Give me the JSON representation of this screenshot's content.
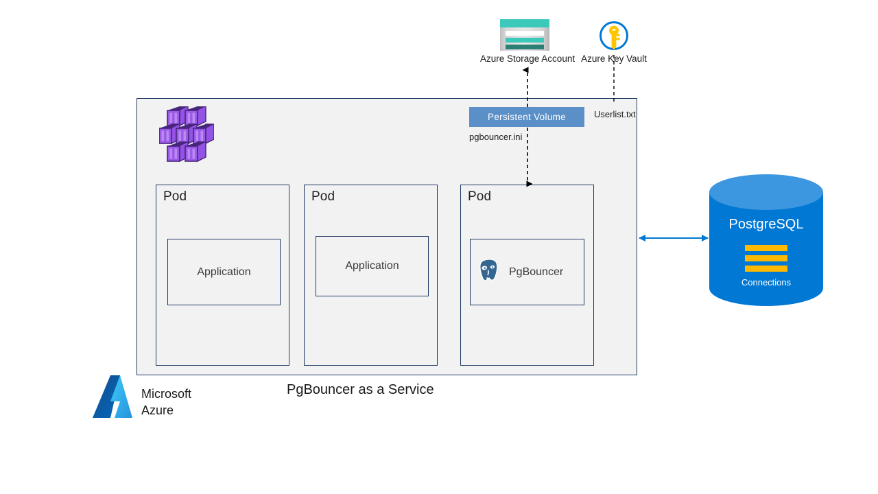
{
  "diagram": {
    "title": "PgBouncer as a Service",
    "brand": {
      "line1": "Microsoft",
      "line2": "Azure",
      "logo_icon": "azure-logo-icon"
    }
  },
  "external_services": [
    {
      "id": "storage",
      "label": "Azure Storage Account",
      "icon": "azure-storage-account-icon",
      "colors": {
        "cap": "#3dc9b9",
        "accent": "#2a7f76",
        "body": "#d9d9d9"
      }
    },
    {
      "id": "keyvault",
      "label": "Azure Key Vault",
      "icon": "azure-key-vault-icon",
      "colors": {
        "ring": "#0078d4",
        "key": "#ffc600"
      }
    }
  ],
  "cluster": {
    "icon": "kubernetes-containers-icon",
    "container_count": 7,
    "container_color": "#8a4fe0",
    "border_color": "#1f3864",
    "fill_color": "#f2f2f2",
    "persistent_volume": {
      "label": "Persistent Volume",
      "fill": "#5b8fc7",
      "text_color": "#ffffff"
    },
    "file_labels": {
      "config": "pgbouncer.ini",
      "userlist": "Userlist.txt"
    },
    "pods": [
      {
        "label": "Pod",
        "workload": "Application",
        "icon": null
      },
      {
        "label": "Pod",
        "workload": "Application",
        "icon": null
      },
      {
        "label": "Pod",
        "workload": "PgBouncer",
        "icon": "postgresql-elephant-icon"
      }
    ]
  },
  "database": {
    "name": "PostgreSQL",
    "sublabel": "Connections",
    "bar_count": 3,
    "colors": {
      "body": "#0078d4",
      "top": "#3c96e0",
      "bars": "#ffb900",
      "text": "#ffffff"
    }
  },
  "connectors": [
    {
      "id": "storage-to-pv",
      "style": "dashed",
      "arrow": "up",
      "color": "#000000"
    },
    {
      "id": "keyvault-to-cluster",
      "style": "dashed",
      "arrow": "none",
      "color": "#000000"
    },
    {
      "id": "pv-to-pod",
      "style": "dashed",
      "arrow": "down",
      "color": "#000000"
    },
    {
      "id": "pgbouncer-to-postgres",
      "style": "solid",
      "arrow": "both",
      "color": "#0078d4"
    }
  ]
}
